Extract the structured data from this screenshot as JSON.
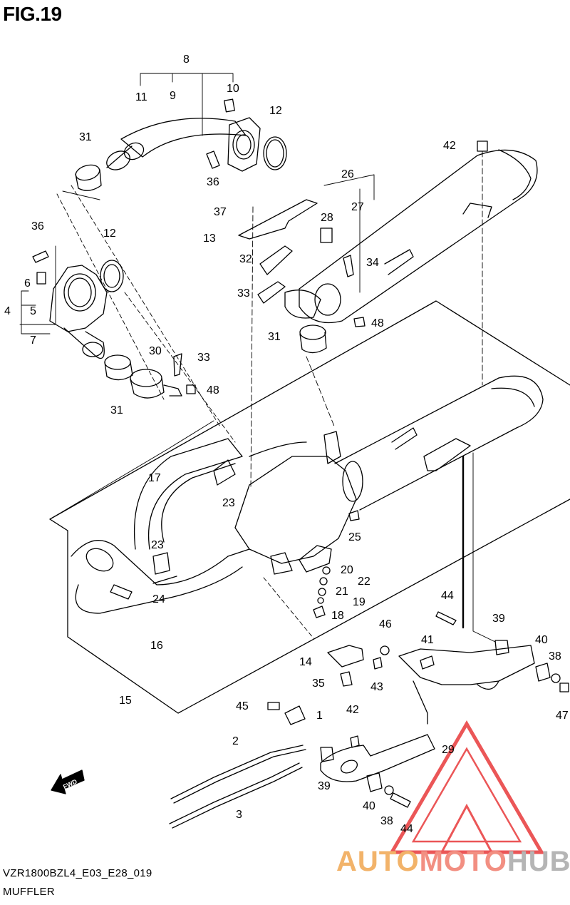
{
  "figure": {
    "title": "FIG.19",
    "code": "VZR1800BZL4_E03_E28_019",
    "caption": "MUFFLER"
  },
  "watermark": {
    "part1": "AUTO",
    "part2": "MOTO",
    "part3": "HUB",
    "colors": {
      "auto": "#f2b36a",
      "moto": "#f28f82",
      "hub": "#b5b5b5",
      "triangle": "#e8393a"
    }
  },
  "fwd_badge": "FWD",
  "callouts": [
    "1",
    "2",
    "3",
    "4",
    "5",
    "6",
    "7",
    "8",
    "9",
    "10",
    "11",
    "12",
    "12",
    "13",
    "14",
    "15",
    "16",
    "17",
    "18",
    "19",
    "20",
    "21",
    "22",
    "23",
    "23",
    "23",
    "24",
    "25",
    "26",
    "27",
    "28",
    "29",
    "30",
    "31",
    "31",
    "31",
    "32",
    "33",
    "33",
    "34",
    "35",
    "36",
    "36",
    "37",
    "38",
    "38",
    "39",
    "39",
    "40",
    "40",
    "41",
    "42",
    "42",
    "43",
    "44",
    "44",
    "45",
    "46",
    "47",
    "48",
    "48"
  ]
}
